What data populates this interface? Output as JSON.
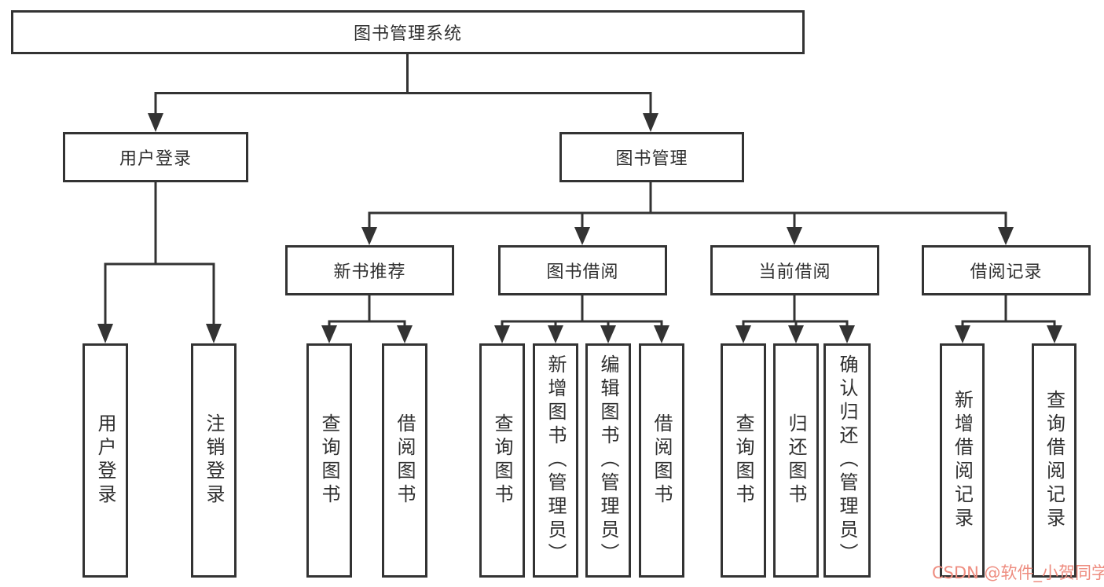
{
  "diagram": {
    "root": {
      "label": "图书管理系统"
    },
    "level2": [
      {
        "label": "用户登录",
        "children": [
          "用户登录",
          "注销登录"
        ]
      },
      {
        "label": "图书管理"
      }
    ],
    "level3": [
      {
        "label": "新书推荐",
        "children": [
          "查询图书",
          "借阅图书"
        ]
      },
      {
        "label": "图书借阅",
        "children": [
          "查询图书",
          "新增图书（管理员）",
          "编辑图书（管理员）",
          "借阅图书"
        ]
      },
      {
        "label": "当前借阅",
        "children": [
          "查询图书",
          "归还图书",
          "确认归还（管理员）"
        ]
      },
      {
        "label": "借阅记录",
        "children": [
          "新增借阅记录",
          "查询借阅记录"
        ]
      }
    ],
    "watermark": "CSDN @软件_小贺同学",
    "colors": {
      "line": "#333333",
      "text": "#2f2f2f",
      "background": "#ffffff",
      "watermark": "#ee8d80"
    }
  }
}
